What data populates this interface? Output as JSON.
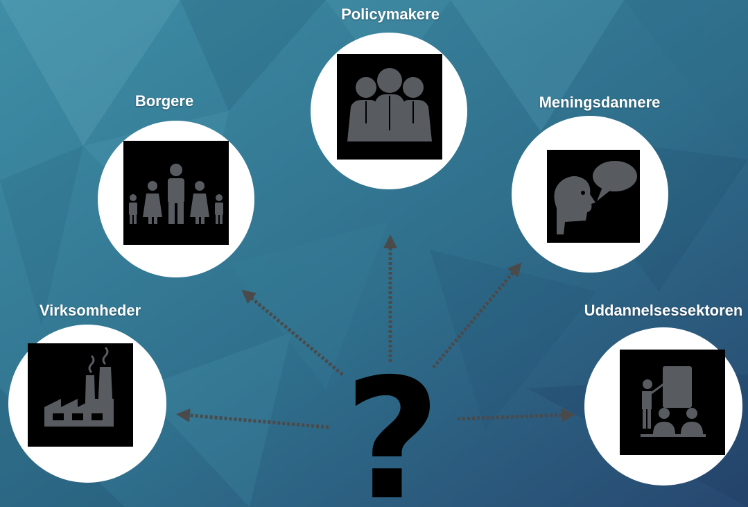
{
  "colors": {
    "background_light": "#3f8ea6",
    "background_dark": "#27476f",
    "circle": "#ffffff",
    "icon_background": "#000000",
    "icon_figure": "#585c61",
    "arrow": "#4a4a4a",
    "question_mark": "#000000",
    "label_text": "#ffffff"
  },
  "center": {
    "symbol": "?",
    "icon": "question-mark-icon"
  },
  "nodes": [
    {
      "id": "policymakere",
      "label": "Policymakere",
      "icon": "business-group-icon"
    },
    {
      "id": "borgere",
      "label": "Borgere",
      "icon": "family-icon"
    },
    {
      "id": "meningsdannere",
      "label": "Meningsdannere",
      "icon": "speaking-head-icon"
    },
    {
      "id": "virksomheder",
      "label": "Virksomheder",
      "icon": "factory-icon"
    },
    {
      "id": "uddannelsessektoren",
      "label": "Uddannelsessektoren",
      "icon": "classroom-icon"
    }
  ]
}
